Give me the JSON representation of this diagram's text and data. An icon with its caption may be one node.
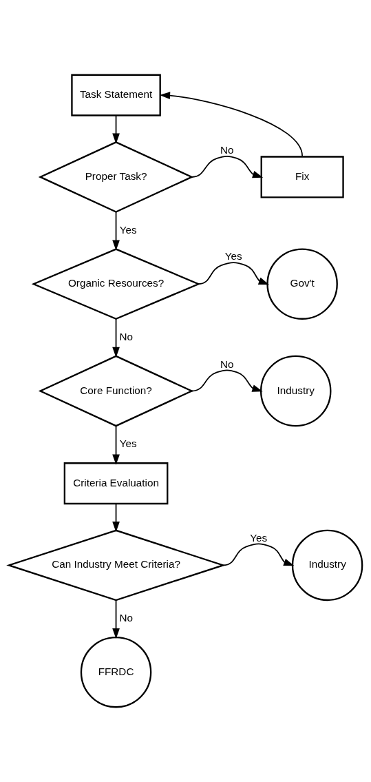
{
  "diagram": {
    "nodes": [
      {
        "text": [
          "Task Statement"
        ]
      },
      {
        "text": [
          "Fix"
        ]
      },
      {
        "text": [
          "Proper Task?"
        ]
      },
      {
        "text": [
          "Organic Resources?"
        ]
      },
      {
        "text": [
          "Gov't"
        ]
      },
      {
        "text": [
          "Core Function?"
        ]
      },
      {
        "text": [
          "Industry"
        ]
      },
      {
        "text": [
          "Criteria Evaluation"
        ]
      },
      {
        "text": [
          "Can Industry Meet Criteria?"
        ]
      },
      {
        "text": [
          "Industry"
        ]
      },
      {
        "text": [
          "FFRDC"
        ]
      }
    ],
    "edges": [
      {
        "from": 1,
        "to": 0,
        "arrow": "to"
      },
      {
        "from": 0,
        "to": 2,
        "arrow": "to"
      },
      {
        "from": 2,
        "to": 1,
        "arrow": "to",
        "label": "No"
      },
      {
        "from": 2,
        "to": 3,
        "arrow": "to",
        "label": "Yes"
      },
      {
        "from": 3,
        "to": 4,
        "arrow": "to",
        "label": "Yes"
      },
      {
        "from": 3,
        "to": 5,
        "arrow": "to",
        "label": "No"
      },
      {
        "from": 5,
        "to": 6,
        "arrow": "to",
        "label": "No"
      },
      {
        "from": 5,
        "to": 7,
        "arrow": "to",
        "label": "Yes"
      },
      {
        "from": 7,
        "to": 8,
        "arrow": "to"
      },
      {
        "from": 8,
        "to": 9,
        "arrow": "to",
        "label": "Yes"
      },
      {
        "from": 8,
        "to": 10,
        "arrow": "to",
        "label": "No"
      }
    ]
  }
}
